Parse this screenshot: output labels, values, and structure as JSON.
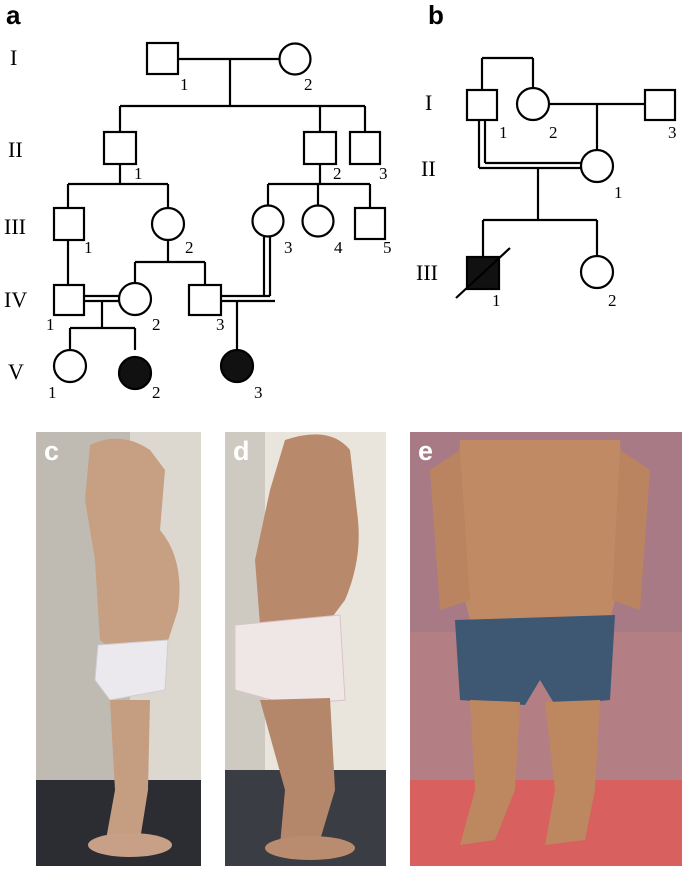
{
  "panels": {
    "a": "a",
    "b": "b",
    "c": "c",
    "d": "d",
    "e": "e"
  },
  "pedigree_a": {
    "generations": [
      "I",
      "II",
      "III",
      "IV",
      "V"
    ],
    "individuals": {
      "I1": "1",
      "I2": "2",
      "II1": "1",
      "II2": "2",
      "II3": "3",
      "III1": "1",
      "III2": "2",
      "III3": "3",
      "III4": "4",
      "III5": "5",
      "IV1": "1",
      "IV2": "2",
      "IV3": "3",
      "V1": "1",
      "V2": "2",
      "V3": "3"
    },
    "affected": [
      "V2",
      "V3"
    ]
  },
  "pedigree_b": {
    "generations": [
      "I",
      "II",
      "III"
    ],
    "individuals": {
      "I1": "1",
      "I2": "2",
      "I3": "3",
      "II1": "1",
      "III1": "1",
      "III2": "2"
    },
    "affected": [
      "III1"
    ],
    "deceased": [
      "III1"
    ]
  },
  "colors": {
    "affected": "#111111",
    "line": "#000000",
    "photo_label": "#ffffff"
  }
}
